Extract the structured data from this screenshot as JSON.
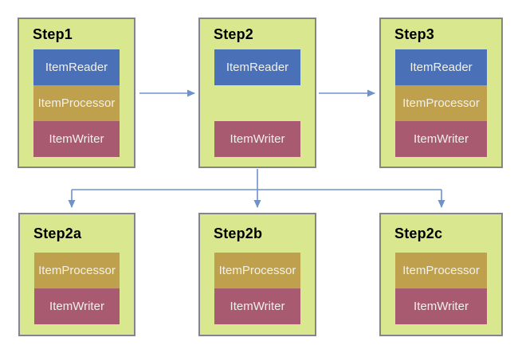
{
  "colors": {
    "canvas_background": "#ffffff",
    "step_fill": "#d9e88f",
    "step_border": "#84848c",
    "item_reader_fill": "#4a70b8",
    "item_processor_fill": "#bfa04c",
    "item_writer_fill": "#a85a71",
    "item_text": "#f2f1e9",
    "title_text": "#000000",
    "connector": "#6d92ce"
  },
  "steps": [
    {
      "name": "Step1",
      "components": [
        "ItemReader",
        "ItemProcessor",
        "ItemWriter"
      ]
    },
    {
      "name": "Step2",
      "components": [
        "ItemReader",
        "ItemWriter"
      ]
    },
    {
      "name": "Step3",
      "components": [
        "ItemReader",
        "ItemProcessor",
        "ItemWriter"
      ]
    },
    {
      "name": "Step2a",
      "components": [
        "ItemProcessor",
        "ItemWriter"
      ]
    },
    {
      "name": "Step2b",
      "components": [
        "ItemProcessor",
        "ItemWriter"
      ]
    },
    {
      "name": "Step2c",
      "components": [
        "ItemProcessor",
        "ItemWriter"
      ]
    }
  ],
  "connections": [
    {
      "from": "Step1",
      "to": "Step2"
    },
    {
      "from": "Step2",
      "to": "Step3"
    },
    {
      "from": "Step2",
      "to": "Step2a"
    },
    {
      "from": "Step2",
      "to": "Step2b"
    },
    {
      "from": "Step2",
      "to": "Step2c"
    }
  ]
}
